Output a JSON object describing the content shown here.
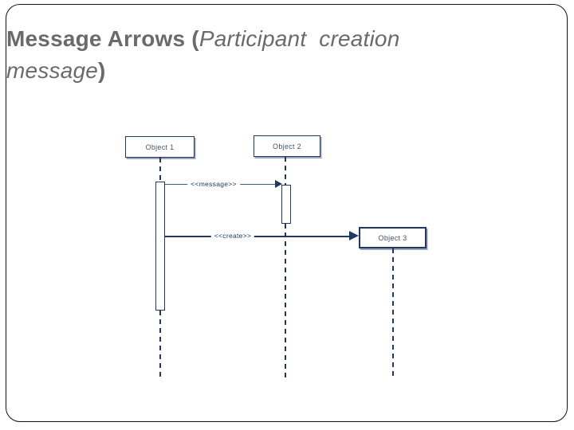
{
  "slide": {
    "title": {
      "prefix": "Message Arrows (",
      "italic": "Participant  creation message",
      "suffix": ")"
    }
  },
  "diagram": {
    "participants": [
      {
        "label": "Object 1"
      },
      {
        "label": "Object 2"
      },
      {
        "label": "Object 3"
      }
    ],
    "messages": [
      {
        "label": "<<message>>",
        "from": "Object 1",
        "to": "Object 2"
      },
      {
        "label": "<<create>>",
        "from": "Object 1",
        "to": "Object 3"
      }
    ],
    "colors": {
      "shape_navy": "#1f3864",
      "message_line": "#35618e",
      "title_gray": "#6a6a6a",
      "box_label": "#44546a"
    }
  }
}
